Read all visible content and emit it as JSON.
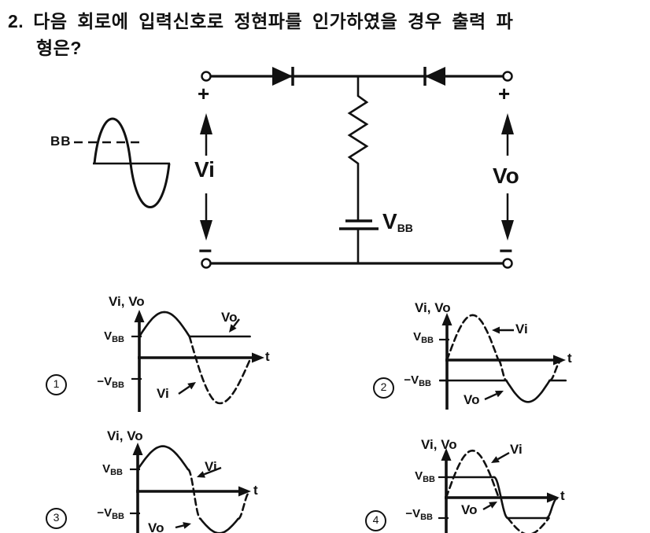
{
  "question": {
    "number": "2.",
    "line1": "다음 회로에 입력신호로 정현파를 인가하였을 경우 출력 파",
    "line2": "형은?"
  },
  "circuit": {
    "source_level_label": "BB",
    "input_plus": "+",
    "input_minus": "−",
    "input_label": "Vi",
    "output_plus": "+",
    "output_minus": "−",
    "output_label": "Vo",
    "battery_label_main": "V",
    "battery_label_sub": "BB",
    "description": "Sine source symbol with dashed level line at left; series diode pointing right from input terminal; shunt resistor from center node down to battery VBB to bottom rail; series diode pointing left to output terminal; Vi across input terminals, Vo across output terminals"
  },
  "graph_labels": {
    "axis": "Vi, Vo",
    "pos_main": "V",
    "pos_sub": "BB",
    "neg_main": "−V",
    "neg_sub": "BB",
    "t": "t",
    "vi": "Vi",
    "vo": "Vo"
  },
  "options": [
    {
      "number": "1"
    },
    {
      "number": "2"
    },
    {
      "number": "3"
    },
    {
      "number": "4"
    }
  ],
  "chart_data": [
    {
      "type": "line",
      "title": "option 1 waveform",
      "xlabel": "t",
      "ylabel": "Vi, Vo",
      "yticks": [
        "VBB",
        "-VBB"
      ],
      "levels_unit": "VBB",
      "sine_peak_in_vbb": 2.15,
      "description": "Solid curve: positive half-sine starting at +VBB rising above it, then constant flat line at +VBB (labeled Vo). Dashed curve: negative half-sine of Vi dipping below -VBB.",
      "series": [
        {
          "name": "Vo",
          "style": "solid",
          "segments": [
            {
              "kind": "arc",
              "x": [
                0,
                0.44
              ],
              "levels": [
                1,
                2.15,
                1
              ]
            },
            {
              "kind": "line",
              "x": [
                0.44,
                0.97
              ],
              "levels": [
                1,
                1
              ]
            }
          ]
        },
        {
          "name": "Vi",
          "style": "dashed",
          "segments": [
            {
              "kind": "arc",
              "x": [
                0.44,
                0.97
              ],
              "levels": [
                1,
                -2.15,
                -0.1
              ]
            }
          ]
        }
      ]
    },
    {
      "type": "line",
      "title": "option 2 waveform",
      "xlabel": "t",
      "ylabel": "Vi, Vo",
      "yticks": [
        "VBB",
        "-VBB"
      ],
      "levels_unit": "VBB",
      "sine_peak_in_vbb": 2.2,
      "description": "Dashed curve (Vi): full sine, positive hump then descent below axis. Solid curve (Vo): flat at -VBB during positive half-cycle, follows sine below -VBB, back to flat -VBB at right.",
      "series": [
        {
          "name": "Vi",
          "style": "dashed",
          "segments": [
            {
              "kind": "arc",
              "x": [
                0,
                0.45
              ],
              "levels": [
                0,
                2.2,
                0
              ]
            },
            {
              "kind": "ease",
              "x": [
                0.45,
                0.52
              ],
              "levels": [
                0,
                -1
              ]
            },
            {
              "kind": "ease",
              "x": [
                0.9,
                1.0
              ],
              "levels": [
                -1,
                -0.05
              ]
            }
          ]
        },
        {
          "name": "Vo",
          "style": "solid",
          "segments": [
            {
              "kind": "line",
              "x": [
                -0.06,
                0.52
              ],
              "levels": [
                -1,
                -1
              ]
            },
            {
              "kind": "arc",
              "x": [
                0.52,
                0.9
              ],
              "levels": [
                -1,
                -2.05,
                -1
              ]
            },
            {
              "kind": "line",
              "x": [
                0.9,
                1.04
              ],
              "levels": [
                -1,
                -1
              ]
            }
          ]
        }
      ]
    },
    {
      "type": "line",
      "title": "option 3 waveform",
      "xlabel": "t",
      "ylabel": "Vi, Vo",
      "yticks": [
        "VBB",
        "-VBB"
      ],
      "levels_unit": "VBB",
      "sine_peak_in_vbb": 2.05,
      "description": "Solid positive half-sine starting at +VBB; dashed transition (labeled Vi) down through zero; solid dip bottom below -VBB (labeled Vo, bottom cropped by image edge); dashed rise back to axis.",
      "series": [
        {
          "name": "Vo",
          "style": "solid",
          "segments": [
            {
              "kind": "arc",
              "x": [
                0,
                0.44
              ],
              "levels": [
                1,
                2.05,
                1
              ]
            },
            {
              "kind": "arc",
              "x": [
                0.55,
                0.88
              ],
              "levels": [
                -1.25,
                -1.9,
                -1.25
              ]
            }
          ]
        },
        {
          "name": "Vi",
          "style": "dashed",
          "segments": [
            {
              "kind": "ease",
              "x": [
                0.44,
                0.55
              ],
              "levels": [
                1,
                -1.25
              ]
            },
            {
              "kind": "ease",
              "x": [
                0.88,
                0.98
              ],
              "levels": [
                -1.25,
                -0.05
              ]
            }
          ]
        }
      ]
    },
    {
      "type": "line",
      "title": "option 4 waveform",
      "xlabel": "t",
      "ylabel": "Vi, Vo",
      "yticks": [
        "VBB",
        "-VBB"
      ],
      "levels_unit": "VBB",
      "sine_peak_in_vbb": 2.3,
      "description": "Dashed full sine (Vi). Solid square-like wave (Vo) clipped flat at +VBB during positive half and at -VBB during negative half, following the sine between the clip levels; bottom of dashed dip cropped by image edge.",
      "series": [
        {
          "name": "Vi",
          "style": "dashed",
          "segments": [
            {
              "kind": "arc",
              "x": [
                0,
                0.46
              ],
              "levels": [
                0,
                2.3,
                0
              ]
            },
            {
              "kind": "arc",
              "x": [
                0.54,
                0.9
              ],
              "levels": [
                -1,
                -1.8,
                -1
              ]
            }
          ]
        },
        {
          "name": "Vo",
          "style": "solid",
          "segments": [
            {
              "kind": "line",
              "x": [
                0,
                0.42
              ],
              "levels": [
                1,
                1
              ]
            },
            {
              "kind": "ease",
              "x": [
                0.42,
                0.54
              ],
              "levels": [
                1,
                -1
              ]
            },
            {
              "kind": "line",
              "x": [
                0.54,
                0.88
              ],
              "levels": [
                -1,
                -1
              ]
            },
            {
              "kind": "ease",
              "x": [
                0.88,
                0.97
              ],
              "levels": [
                -1,
                -0.05
              ]
            }
          ]
        }
      ]
    }
  ]
}
